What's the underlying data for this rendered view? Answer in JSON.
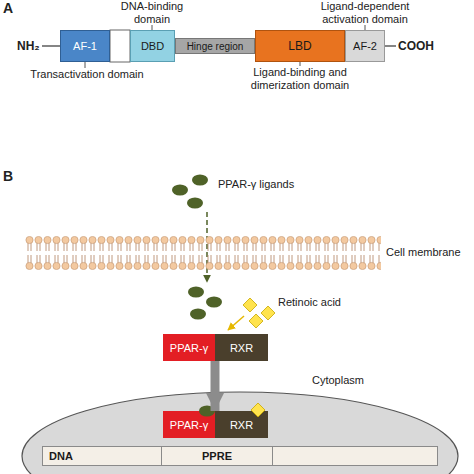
{
  "diagram": {
    "nodes": [
      {
        "text": [
          "AF-1"
        ]
      },
      {
        "text": [
          "DBD"
        ]
      },
      {
        "text": [
          "Hinge region"
        ]
      },
      {
        "text": [
          "LBD"
        ]
      },
      {
        "text": [
          "AF-2"
        ]
      },
      {
        "text": [
          "PPAR-γ"
        ]
      },
      {
        "text": [
          "RXR"
        ]
      },
      {
        "text": [
          "PPAR-γ"
        ]
      },
      {
        "text": [
          "RXR"
        ]
      },
      {
        "text": [
          "DNA"
        ]
      },
      {
        "text": [
          "PPRE"
        ],
        "in": 9
      }
    ],
    "edges": [
      {
        "from": 5,
        "to": 7,
        "arrow": "to"
      }
    ],
    "labels": [
      "A",
      "DNA-binding domain",
      "Ligand-dependent activation domain",
      "NH₂",
      "COOH",
      "Transactivation domain",
      "Ligand-binding and dimerization domain",
      "B",
      "PPAR-γ ligands",
      "Cell membrane",
      "Retinoic acid",
      "Cytoplasm"
    ]
  }
}
